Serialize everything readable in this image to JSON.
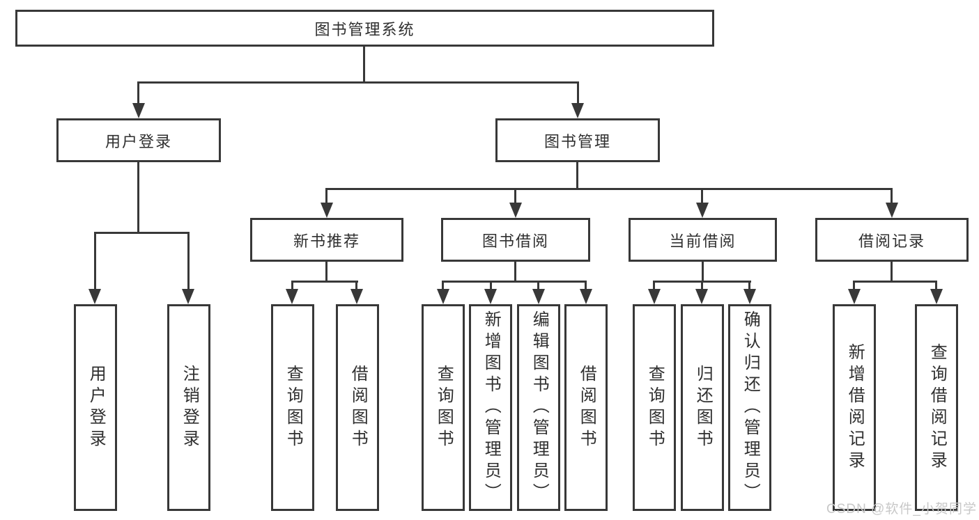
{
  "colors": {
    "line": "#383838",
    "text": "#2f2f2f",
    "watermark_color": "#c8c8c8",
    "background": "#ffffff"
  },
  "watermark": {
    "text": "CSDN @软件_小贺同学"
  },
  "tree": {
    "root": {
      "label": "图书管理系统"
    },
    "level2": [
      {
        "label": "用户登录",
        "children": [
          {
            "label": "用户登录"
          },
          {
            "label": "注销登录"
          }
        ]
      },
      {
        "label": "图书管理",
        "children": [
          {
            "label": "新书推荐",
            "children": [
              {
                "label": "查询图书"
              },
              {
                "label": "借阅图书"
              }
            ]
          },
          {
            "label": "图书借阅",
            "children": [
              {
                "label": "查询图书"
              },
              {
                "label": "新增图书（管理员）"
              },
              {
                "label": "编辑图书（管理员）"
              },
              {
                "label": "借阅图书"
              }
            ]
          },
          {
            "label": "当前借阅",
            "children": [
              {
                "label": "查询图书"
              },
              {
                "label": "归还图书"
              },
              {
                "label": "确认归还（管理员）"
              }
            ]
          },
          {
            "label": "借阅记录",
            "children": [
              {
                "label": "新增借阅记录"
              },
              {
                "label": "查询借阅记录"
              }
            ]
          }
        ]
      }
    ]
  }
}
